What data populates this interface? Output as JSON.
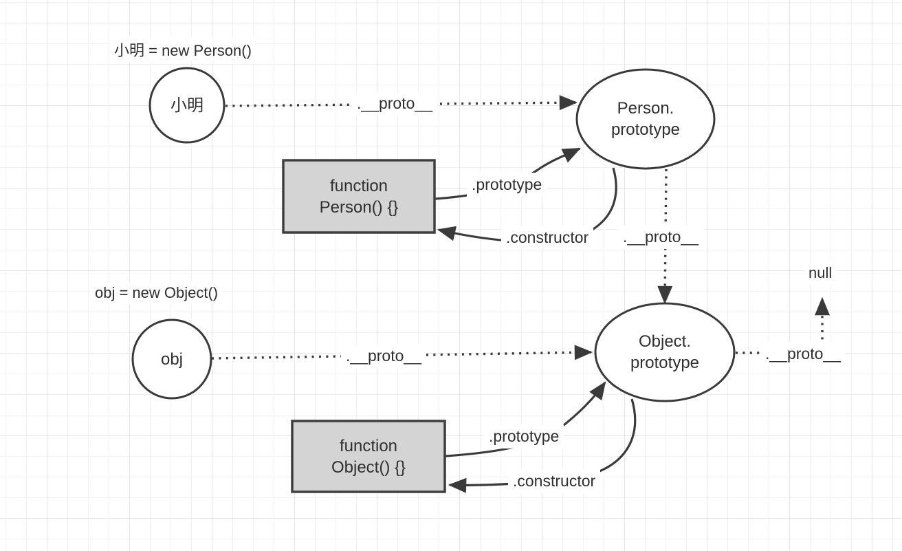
{
  "diagram": {
    "description_visible_text_only": true,
    "colors": {
      "stroke": "#3a3a3a",
      "function_box_fill": "#d4d4d4",
      "node_fill": "#ffffff",
      "text": "#2f2f2f",
      "grid_minor": "#f1f1f1",
      "grid_major": "#e4e4e4",
      "background": "#ffffff"
    },
    "annotations": {
      "xiaoming_declaration": "小明 = new Person()",
      "obj_declaration": "obj = new Object()",
      "null_terminal": "null"
    },
    "nodes": {
      "xiaoming_instance": {
        "label": "小明"
      },
      "obj_instance": {
        "label": "obj"
      },
      "person_prototype": {
        "line1": "Person.",
        "line2": "prototype"
      },
      "object_prototype": {
        "line1": "Object.",
        "line2": "prototype"
      },
      "person_function": {
        "line1": "function",
        "line2": "Person() {}"
      },
      "object_function": {
        "line1": "function",
        "line2": "Object() {}"
      }
    },
    "edge_labels": {
      "xiaoming_proto": ".__proto__",
      "person_proto_chain": ".__proto__",
      "obj_proto": ".__proto__",
      "object_proto_chain": ".__proto__",
      "person_prototype_ref": ".prototype",
      "person_constructor_ref": ".constructor",
      "object_prototype_ref": ".prototype",
      "object_constructor_ref": ".constructor"
    }
  }
}
